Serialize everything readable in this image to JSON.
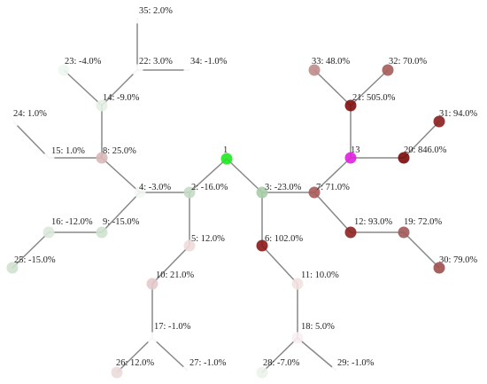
{
  "nodes": [
    {
      "id": "1",
      "label": "1",
      "color": "#22e822"
    },
    {
      "id": "2",
      "label": "2: -16.0%",
      "color": "#c6dcc6"
    },
    {
      "id": "3",
      "label": "3: -23.0%",
      "color": "#a9cda9"
    },
    {
      "id": "4",
      "label": "4: -3.0%",
      "color": "#f4f8f4"
    },
    {
      "id": "5",
      "label": "5: 12.0%",
      "color": "#efdcdc"
    },
    {
      "id": "6",
      "label": "6: 102.0%",
      "color": "#8b1a1a"
    },
    {
      "id": "7",
      "label": "7: 71.0%",
      "color": "#a85a56"
    },
    {
      "id": "8",
      "label": "8: 25.0%",
      "color": "#d9b8b8"
    },
    {
      "id": "9",
      "label": "9: -15.0%",
      "color": "#cfe2cf"
    },
    {
      "id": "10",
      "label": "10: 21.0%",
      "color": "#e4caca"
    },
    {
      "id": "11",
      "label": "11: 10.0%",
      "color": "#f2e2e2"
    },
    {
      "id": "12",
      "label": "12: 93.0%",
      "color": "#8e2222"
    },
    {
      "id": "13",
      "label": "13",
      "color": "#e020e0"
    },
    {
      "id": "14",
      "label": "14: -9.0%",
      "color": "#e4efe4"
    },
    {
      "id": "15",
      "label": "15: 1.0%",
      "color": "#ffffff"
    },
    {
      "id": "16",
      "label": "16: -12.0%",
      "color": "#dbe9db"
    },
    {
      "id": "17",
      "label": "17: -1.0%",
      "color": "#ffffff"
    },
    {
      "id": "18",
      "label": "18: 5.0%",
      "color": "#f8f0f0"
    },
    {
      "id": "19",
      "label": "19: 72.0%",
      "color": "#a05a58"
    },
    {
      "id": "20",
      "label": "20: 846.0%",
      "color": "#7a0a0a"
    },
    {
      "id": "21",
      "label": "21: 505.0%",
      "color": "#800e0e"
    },
    {
      "id": "22",
      "label": "22: 3.0%",
      "color": "#ffffff"
    },
    {
      "id": "23",
      "label": "23: -4.0%",
      "color": "#f0f6f0"
    },
    {
      "id": "24",
      "label": "24: 1.0%",
      "color": "#ffffff"
    },
    {
      "id": "25",
      "label": "25: -15.0%",
      "color": "#cfe2cf"
    },
    {
      "id": "26",
      "label": "26: 12.0%",
      "color": "#ecdcdc"
    },
    {
      "id": "27",
      "label": "27: -1.0%",
      "color": "#ffffff"
    },
    {
      "id": "28",
      "label": "28: -7.0%",
      "color": "#eaf3ea"
    },
    {
      "id": "29",
      "label": "29: -1.0%",
      "color": "#ffffff"
    },
    {
      "id": "30",
      "label": "30: 79.0%",
      "color": "#9e4e4c"
    },
    {
      "id": "31",
      "label": "31: 94.0%",
      "color": "#8a1e1e"
    },
    {
      "id": "32",
      "label": "32: 70.0%",
      "color": "#a45c58"
    },
    {
      "id": "33",
      "label": "33: 48.0%",
      "color": "#bf8c8c"
    },
    {
      "id": "34",
      "label": "34: -1.0%",
      "color": "#ffffff"
    },
    {
      "id": "35",
      "label": "35: 2.0%",
      "color": "#ffffff"
    }
  ],
  "edges": [
    [
      "1",
      "2"
    ],
    [
      "1",
      "3"
    ],
    [
      "2",
      "4"
    ],
    [
      "2",
      "5"
    ],
    [
      "3",
      "6"
    ],
    [
      "3",
      "7"
    ],
    [
      "4",
      "8"
    ],
    [
      "4",
      "9"
    ],
    [
      "5",
      "10"
    ],
    [
      "6",
      "11"
    ],
    [
      "7",
      "12"
    ],
    [
      "7",
      "13"
    ],
    [
      "8",
      "14"
    ],
    [
      "8",
      "15"
    ],
    [
      "9",
      "16"
    ],
    [
      "10",
      "17"
    ],
    [
      "11",
      "18"
    ],
    [
      "12",
      "19"
    ],
    [
      "13",
      "20"
    ],
    [
      "13",
      "21"
    ],
    [
      "14",
      "22"
    ],
    [
      "14",
      "23"
    ],
    [
      "15",
      "24"
    ],
    [
      "16",
      "25"
    ],
    [
      "17",
      "26"
    ],
    [
      "17",
      "27"
    ],
    [
      "18",
      "28"
    ],
    [
      "18",
      "29"
    ],
    [
      "19",
      "30"
    ],
    [
      "20",
      "31"
    ],
    [
      "21",
      "32"
    ],
    [
      "21",
      "33"
    ],
    [
      "22",
      "34"
    ],
    [
      "22",
      "35"
    ]
  ]
}
